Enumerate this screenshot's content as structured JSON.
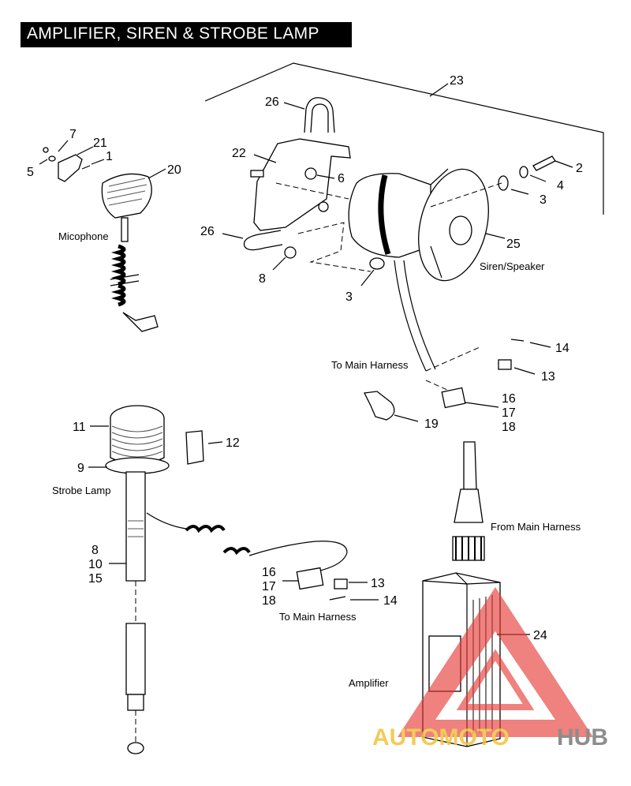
{
  "title": "AMPLIFIER, SIREN & STROBE LAMP",
  "callouts": {
    "n1": "1",
    "n2": "2",
    "n3a": "3",
    "n3b": "3",
    "n4": "4",
    "n5": "5",
    "n6": "6",
    "n7": "7",
    "n8a": "8",
    "n8b": "8",
    "n9": "9",
    "n10": "10",
    "n11": "11",
    "n12": "12",
    "n13a": "13",
    "n13b": "13",
    "n14a": "14",
    "n14b": "14",
    "n15": "15",
    "n16a": "16",
    "n16b": "16",
    "n17a": "17",
    "n17b": "17",
    "n18a": "18",
    "n18b": "18",
    "n19": "19",
    "n20": "20",
    "n21": "21",
    "n22": "22",
    "n23": "23",
    "n24": "24",
    "n25": "25",
    "n26a": "26",
    "n26b": "26"
  },
  "labels": {
    "microphone": "Micophone",
    "siren": "Siren/Speaker",
    "to_main_harness_top": "To Main Harness",
    "to_main_harness_bottom": "To Main Harness",
    "strobe_lamp": "Strobe Lamp",
    "from_main_harness": "From Main Harness",
    "amplifier": "Amplifier"
  },
  "watermark": {
    "part1": "AUTOMOTO",
    "part2": "HUB",
    "color_accent": "#e53935",
    "color_text1": "#f2c33a",
    "color_text2": "#7a7a7a"
  }
}
